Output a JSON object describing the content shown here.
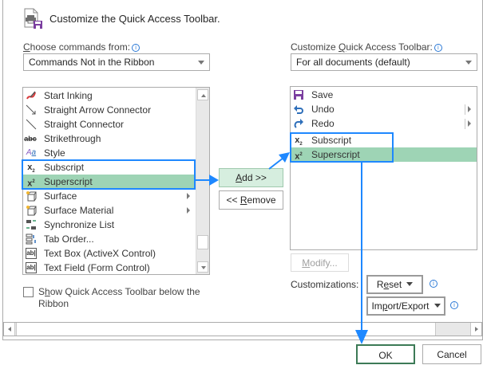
{
  "header": {
    "title": "Customize the Quick Access Toolbar.",
    "icon": "customize-toolbar-icon"
  },
  "left": {
    "label_pre": "",
    "label_accel": "C",
    "label_rest": "hoose commands from:",
    "info": "i",
    "combo_value": "Commands Not in the Ribbon",
    "items": [
      {
        "label": "Start Inking",
        "icon": "inking-icon",
        "submenu": false
      },
      {
        "label": "Straight Arrow Connector",
        "icon": "arrow-connector-icon",
        "submenu": false
      },
      {
        "label": "Straight Connector",
        "icon": "straight-connector-icon",
        "submenu": false
      },
      {
        "label": "Strikethrough",
        "icon": "strikethrough-icon",
        "submenu": false
      },
      {
        "label": "Style",
        "icon": "style-icon",
        "submenu": false
      },
      {
        "label": "Subscript",
        "icon": "subscript-icon",
        "submenu": false
      },
      {
        "label": "Superscript",
        "icon": "superscript-icon",
        "submenu": false,
        "selected": true
      },
      {
        "label": "Surface",
        "icon": "surface-icon",
        "submenu": true
      },
      {
        "label": "Surface Material",
        "icon": "surface-material-icon",
        "submenu": true
      },
      {
        "label": "Synchronize List",
        "icon": "synchronize-list-icon",
        "submenu": false
      },
      {
        "label": "Tab Order...",
        "icon": "tab-order-icon",
        "submenu": false
      },
      {
        "label": "Text Box (ActiveX Control)",
        "icon": "text-box-icon",
        "submenu": false
      },
      {
        "label": "Text Field (Form Control)",
        "icon": "text-field-icon",
        "submenu": false
      }
    ],
    "checkbox": {
      "label_pre": "S",
      "label_accel": "h",
      "label_rest": "ow Quick Access Toolbar below the",
      "label_line2": "Ribbon",
      "checked": false
    }
  },
  "middle": {
    "add_accel": "A",
    "add_rest": "dd >>",
    "remove_pre": "<< ",
    "remove_accel": "R",
    "remove_rest": "emove"
  },
  "right": {
    "label_pre": "Customize ",
    "label_accel": "Q",
    "label_rest": "uick Access Toolbar:",
    "info": "i",
    "combo_value": "For all documents (default)",
    "items": [
      {
        "label": "Save",
        "icon": "save-icon",
        "submenu": false
      },
      {
        "label": "Undo",
        "icon": "undo-icon",
        "submenu": true
      },
      {
        "label": "Redo",
        "icon": "redo-icon",
        "submenu": true
      },
      {
        "label": "Subscript",
        "icon": "subscript-icon",
        "submenu": false
      },
      {
        "label": "Superscript",
        "icon": "superscript-icon",
        "submenu": false,
        "selected": true
      }
    ],
    "modify_accel": "M",
    "modify_rest": "odify...",
    "customizations_label": "Customizations:",
    "reset_pre": "R",
    "reset_accel": "e",
    "reset_rest": "set",
    "import_pre": "Im",
    "import_accel": "p",
    "import_rest": "ort/Export"
  },
  "footer": {
    "ok": "OK",
    "cancel": "Cancel"
  },
  "colors": {
    "selection": "#9ed4b5",
    "add_button": "#d6eedf",
    "annotation_blue": "#1e88ff",
    "ok_border": "#3c7a56",
    "save_purple": "#7b3fa0",
    "undo_blue": "#2e6fba"
  }
}
